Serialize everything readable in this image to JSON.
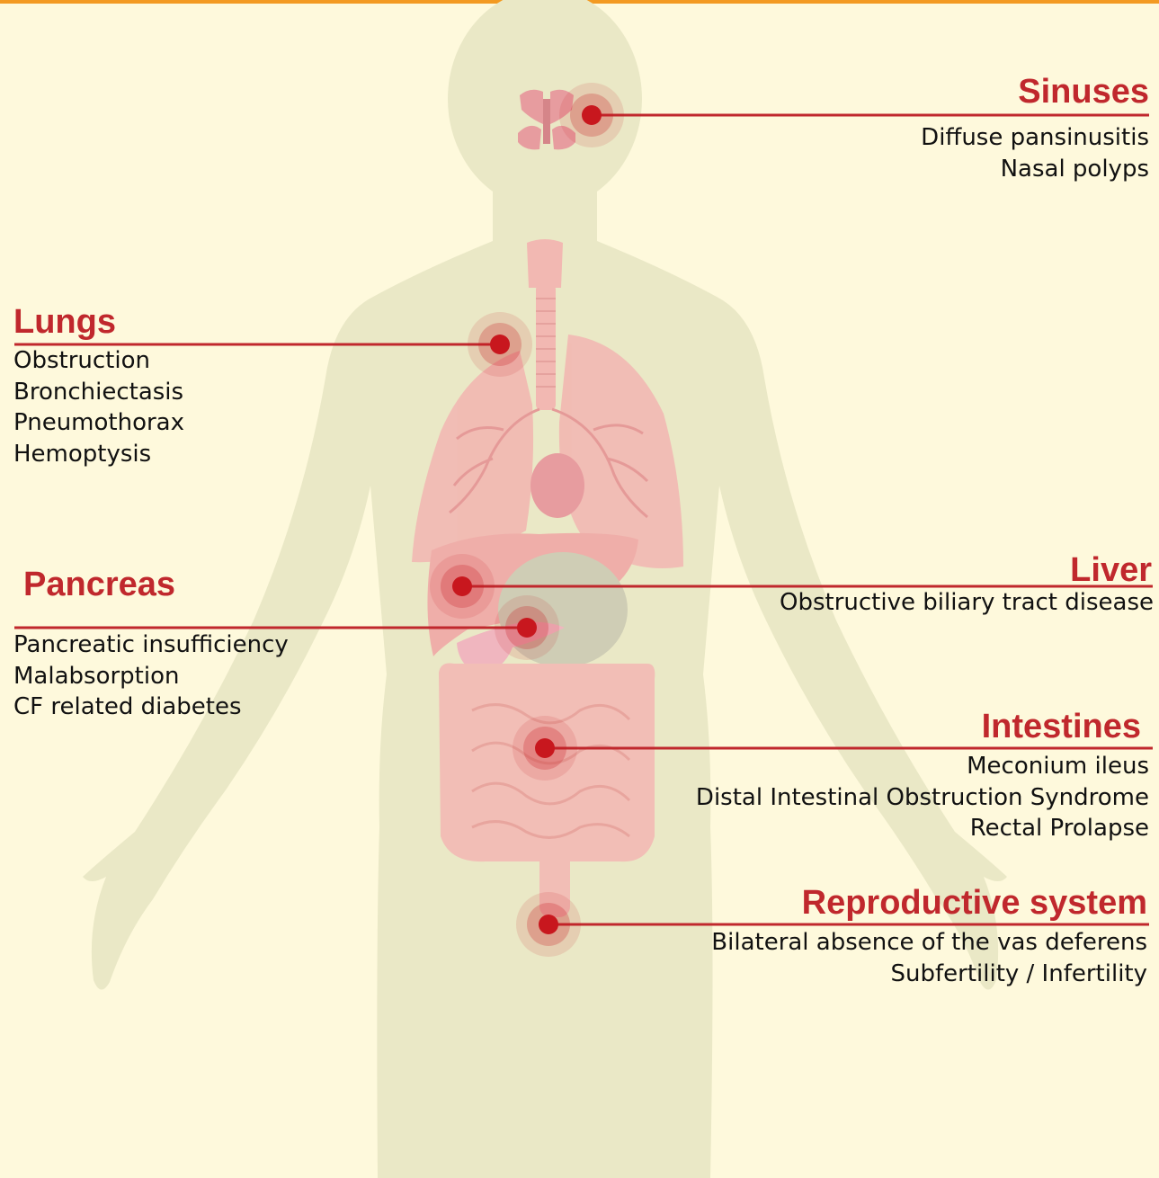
{
  "colors": {
    "background": "#FEF9DC",
    "top_bar": "#F39A22",
    "accent": "#C0282D",
    "body_silhouette": "#EAE8C6",
    "organ": "#F2B8B2",
    "marker": "#C8171E"
  },
  "sections": {
    "sinuses": {
      "title": "Sinuses",
      "items": [
        "Diffuse pansinusitis",
        "Nasal polyps"
      ]
    },
    "lungs": {
      "title": "Lungs",
      "items": [
        "Obstruction",
        "Bronchiectasis",
        "Pneumothorax",
        "Hemoptysis"
      ]
    },
    "pancreas": {
      "title": "Pancreas",
      "items": [
        "Pancreatic insufficiency",
        "Malabsorption",
        "CF related diabetes"
      ]
    },
    "liver": {
      "title": "Liver",
      "items": [
        "Obstructive biliary tract disease"
      ]
    },
    "intestines": {
      "title": "Intestines",
      "items": [
        "Meconium ileus",
        "Distal Intestinal Obstruction Syndrome",
        "Rectal Prolapse"
      ]
    },
    "reproductive": {
      "title": "Reproductive system",
      "items": [
        "Bilateral absence of the vas deferens",
        "Subfertility / Infertility"
      ]
    }
  }
}
